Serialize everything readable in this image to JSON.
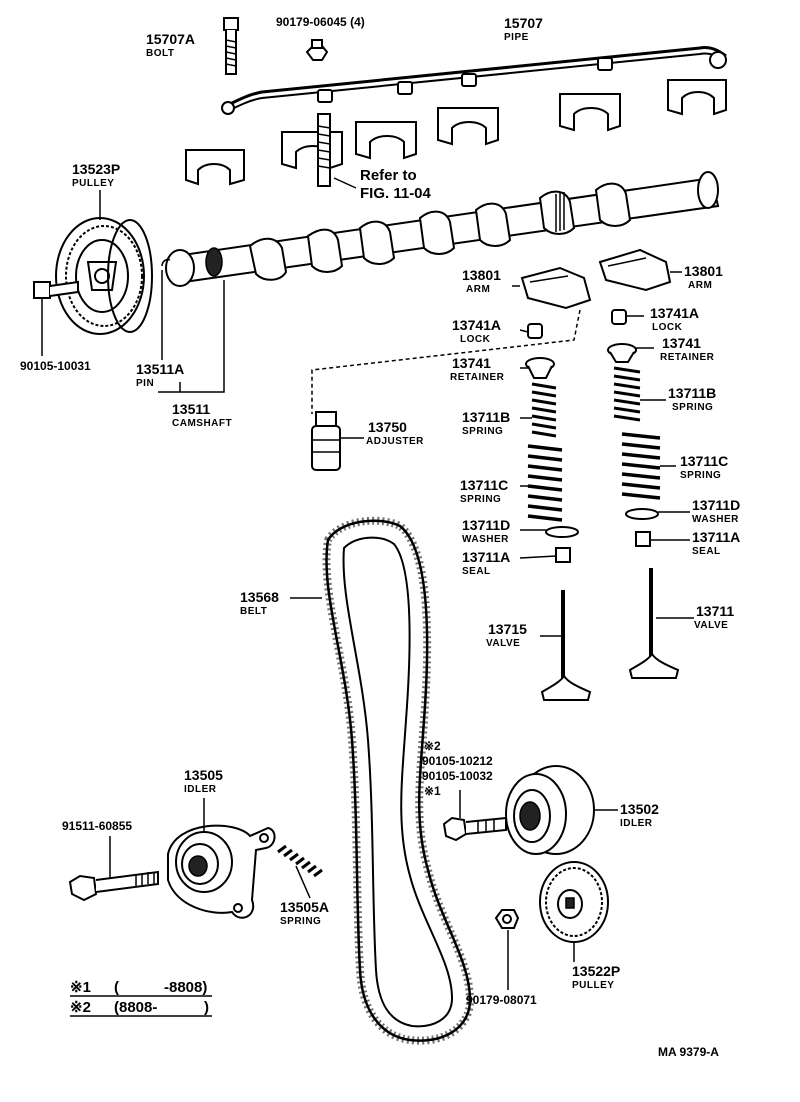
{
  "labels": {
    "bolt_15707a": {
      "number": "15707A",
      "name": "BOLT"
    },
    "nut_90179_06045": {
      "number": "90179-06045 (4)"
    },
    "pipe_15707": {
      "number": "15707",
      "name": "PIPE"
    },
    "refer": {
      "line1": "Refer to",
      "line2": "FIG. 11-04"
    },
    "pulley_13523p": {
      "number": "13523P",
      "name": "PULLEY"
    },
    "bolt_90105_10031": {
      "number": "90105-10031"
    },
    "pin_13511a": {
      "number": "13511A",
      "name": "PIN"
    },
    "camshaft_13511": {
      "number": "13511",
      "name": "CAMSHAFT"
    },
    "arm_13801_left": {
      "number": "13801",
      "name": "ARM"
    },
    "arm_13801_right": {
      "number": "13801",
      "name": "ARM"
    },
    "lock_13741a_left": {
      "number": "13741A",
      "name": "LOCK"
    },
    "lock_13741a_right": {
      "number": "13741A",
      "name": "LOCK"
    },
    "retainer_13741_left": {
      "number": "13741",
      "name": "RETAINER"
    },
    "retainer_13741_right": {
      "number": "13741",
      "name": "RETAINER"
    },
    "spring_13711b_left": {
      "number": "13711B",
      "name": "SPRING"
    },
    "spring_13711b_right": {
      "number": "13711B",
      "name": "SPRING"
    },
    "spring_13711c_left": {
      "number": "13711C",
      "name": "SPRING"
    },
    "spring_13711c_right": {
      "number": "13711C",
      "name": "SPRING"
    },
    "washer_13711d_left": {
      "number": "13711D",
      "name": "WASHER"
    },
    "washer_13711d_right": {
      "number": "13711D",
      "name": "WASHER"
    },
    "seal_13711a_left": {
      "number": "13711A",
      "name": "SEAL"
    },
    "seal_13711a_right": {
      "number": "13711A",
      "name": "SEAL"
    },
    "adjuster_13750": {
      "number": "13750",
      "name": "ADJUSTER"
    },
    "belt_13568": {
      "number": "13568",
      "name": "BELT"
    },
    "valve_13715": {
      "number": "13715",
      "name": "VALVE"
    },
    "valve_13711": {
      "number": "13711",
      "name": "VALVE"
    },
    "idler_bolt": {
      "mark2": "※2",
      "number2": "90105-10212",
      "number1": "90105-10032",
      "mark1": "※1"
    },
    "idler_13502": {
      "number": "13502",
      "name": "IDLER"
    },
    "idler_13505": {
      "number": "13505",
      "name": "IDLER"
    },
    "bolt_91511_60855": {
      "number": "91511-60855"
    },
    "spring_13505a": {
      "number": "13505A",
      "name": "SPRING"
    },
    "nut_90179_08071": {
      "number": "90179-08071"
    },
    "pulley_13522p": {
      "number": "13522P",
      "name": "PULLEY"
    }
  },
  "notes": {
    "note1": {
      "mark": "※1",
      "open": "(",
      "value": "-8808)"
    },
    "note2": {
      "mark": "※2",
      "open": "(8808-",
      "value": ")"
    }
  },
  "figure_code": "MA  9379-A"
}
